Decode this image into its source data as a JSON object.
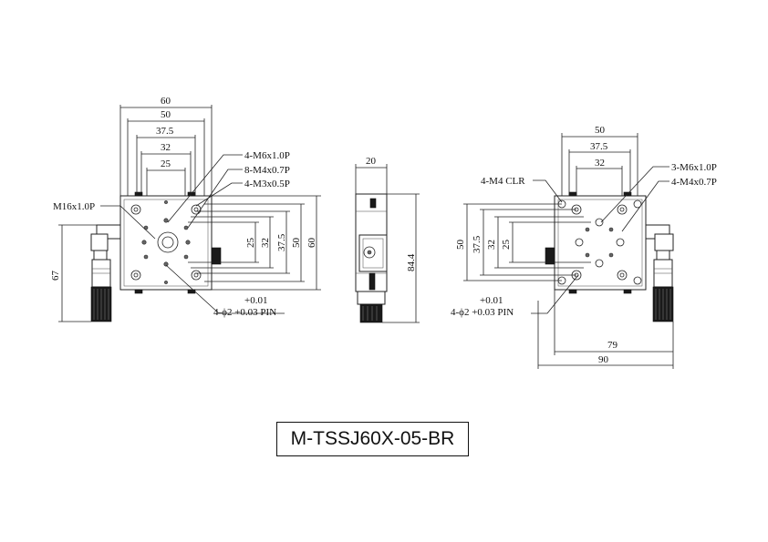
{
  "model": "M-TSSJ60X-05-BR",
  "front_view": {
    "dims_top": [
      "60",
      "50",
      "37.5",
      "32",
      "25"
    ],
    "dims_right": [
      "25",
      "32",
      "37.5",
      "50",
      "60"
    ],
    "dim_left": "67",
    "callouts": [
      "4-M6x1.0P",
      "8-M4x0.7P",
      "4-M3x0.5P"
    ],
    "micrometer_thread": "M16x1.0P",
    "pin_tol": "+0.01",
    "pin": "4-ϕ2 +0.03 PIN"
  },
  "side_view": {
    "width": "20",
    "height": "84.4"
  },
  "rear_view": {
    "dims_top": [
      "50",
      "37.5",
      "32"
    ],
    "dims_left": [
      "50",
      "37.5",
      "32",
      "25"
    ],
    "callouts_left": [
      "4-M4 CLR"
    ],
    "callouts_right": [
      "3-M6x1.0P",
      "4-M4x0.7P"
    ],
    "pin_tol": "+0.01",
    "pin": "4-ϕ2 +0.03 PIN",
    "dims_bottom": [
      "79",
      "90"
    ]
  }
}
